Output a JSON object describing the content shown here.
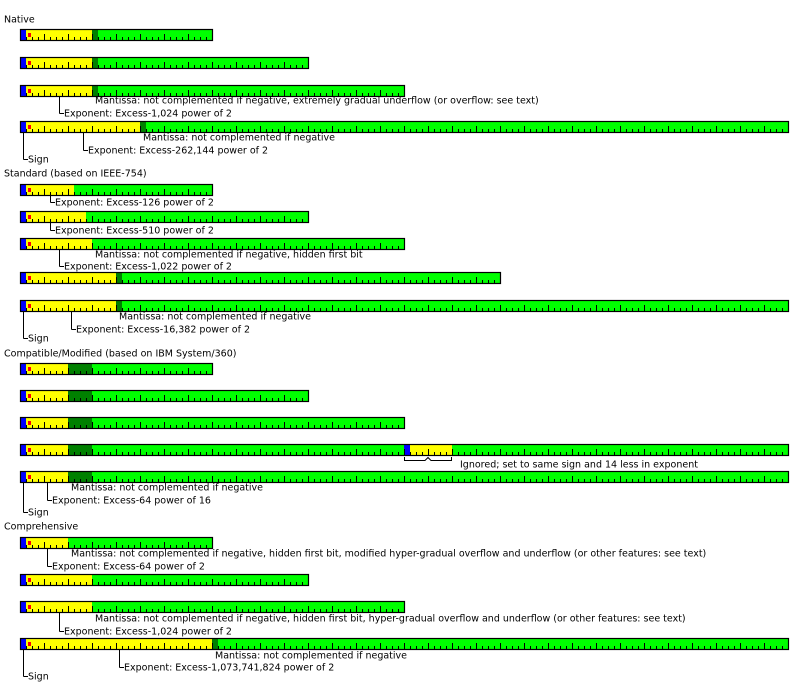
{
  "colors": {
    "sign": "#0000ff",
    "exponent": "#ffff00",
    "mantissa": "#00ff00",
    "mantissa_special": "#008000",
    "exponent_sign_marker": "#ff0000",
    "outline": "#000000"
  },
  "sections": [
    {
      "title": "Native",
      "formats": [
        {
          "bits": 32,
          "exponent_bits": 11,
          "special_mantissa_bits": 1
        },
        {
          "bits": 48,
          "exponent_bits": 11,
          "special_mantissa_bits": 1
        },
        {
          "bits": 64,
          "exponent_bits": 11,
          "special_mantissa_bits": 1,
          "mantissa_label": "Mantissa: not complemented if negative, extremely gradual underflow (or overflow: see text)",
          "exponent_label": "Exponent: Excess-1,024 power of 2"
        },
        {
          "bits": 128,
          "exponent_bits": 19,
          "special_mantissa_bits": 1,
          "mantissa_label": "Mantissa: not complemented if negative",
          "exponent_label": "Exponent: Excess-262,144 power of 2",
          "sign_label": "Sign"
        }
      ]
    },
    {
      "title": "Standard (based on IEEE-754)",
      "formats": [
        {
          "bits": 32,
          "exponent_bits": 8,
          "special_mantissa_bits": 0,
          "exponent_label": "Exponent: Excess-126 power of 2"
        },
        {
          "bits": 48,
          "exponent_bits": 10,
          "special_mantissa_bits": 0,
          "exponent_label": "Exponent: Excess-510 power of 2"
        },
        {
          "bits": 64,
          "exponent_bits": 11,
          "special_mantissa_bits": 0,
          "mantissa_label": "Mantissa: not complemented if negative, hidden first bit",
          "exponent_label": "Exponent: Excess-1,022 power of 2"
        },
        {
          "bits": 80,
          "exponent_bits": 15,
          "special_mantissa_bits": 1
        },
        {
          "bits": 128,
          "exponent_bits": 15,
          "special_mantissa_bits": 1,
          "mantissa_label": "Mantissa: not complemented if negative",
          "exponent_label": "Exponent: Excess-16,382 power of 2",
          "sign_label": "Sign"
        }
      ]
    },
    {
      "title": "Compatible/Modified (based on IBM System/360)",
      "formats": [
        {
          "bits": 32,
          "exponent_bits": 7,
          "special_mantissa_bits": 4
        },
        {
          "bits": 48,
          "exponent_bits": 7,
          "special_mantissa_bits": 4
        },
        {
          "bits": 64,
          "exponent_bits": 7,
          "special_mantissa_bits": 4
        },
        {
          "bits": 128,
          "exponent_bits": 7,
          "special_mantissa_bits": 4,
          "ignored_field": {
            "at_bit": 64,
            "sign_bits": 1,
            "exponent_bits": 7
          },
          "ignored_label": "Ignored; set to same sign and 14 less in exponent"
        },
        {
          "bits": 128,
          "exponent_bits": 7,
          "special_mantissa_bits": 4,
          "mantissa_label": "Mantissa: not complemented if negative",
          "exponent_label": "Exponent: Excess-64 power of 16",
          "sign_label": "Sign"
        }
      ]
    },
    {
      "title": "Comprehensive",
      "formats": [
        {
          "bits": 32,
          "exponent_bits": 7,
          "special_mantissa_bits": 0,
          "mantissa_label": "Mantissa: not complemented if negative, hidden first bit, modified hyper-gradual overflow and underflow (or other features: see text)",
          "exponent_label": "Exponent: Excess-64 power of 2"
        },
        {
          "bits": 48,
          "exponent_bits": 11,
          "special_mantissa_bits": 0
        },
        {
          "bits": 64,
          "exponent_bits": 11,
          "special_mantissa_bits": 0,
          "mantissa_label": "Mantissa: not complemented if negative, hidden first bit, hyper-gradual overflow and underflow (or other features: see text)",
          "exponent_label": "Exponent: Excess-1,024 power of 2"
        },
        {
          "bits": 128,
          "exponent_bits": 31,
          "special_mantissa_bits": 1,
          "mantissa_label": "Mantissa: not complemented if negative",
          "exponent_label": "Exponent: Excess-1,073,741,824 power of 2",
          "sign_label": "Sign"
        }
      ]
    }
  ]
}
